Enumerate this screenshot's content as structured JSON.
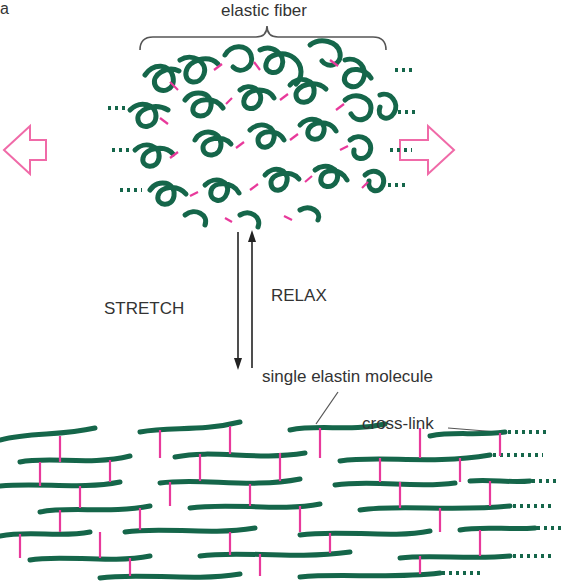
{
  "diagram": {
    "labels": [
      "a",
      "elastic fiber",
      "STRETCH",
      "RELAX",
      "single elastin molecule",
      "cross-link"
    ]
  }
}
